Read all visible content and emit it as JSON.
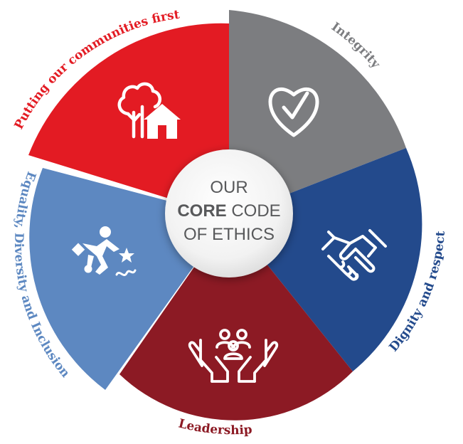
{
  "diagram": {
    "center": {
      "line1": "OUR",
      "line2_bold": "CORE",
      "line2_rest": " CODE",
      "line3": "OF ETHICS"
    },
    "segments": [
      {
        "id": "communities",
        "label": "Putting our communities first",
        "color": "#e31b23",
        "icon": "tree-house-icon"
      },
      {
        "id": "integrity",
        "label": "Integrity",
        "color": "#7c7d80",
        "icon": "heart-check-icon"
      },
      {
        "id": "dignity",
        "label": "Dignity and respect",
        "color": "#234a8c",
        "icon": "handshake-icon"
      },
      {
        "id": "leadership",
        "label": "Leadership",
        "color": "#8c1a24",
        "icon": "people-hands-icon"
      },
      {
        "id": "equality",
        "label": "Equality, Diversity and Inclusion",
        "color": "#5d88c1",
        "icon": "dancing-person-icon"
      }
    ]
  }
}
